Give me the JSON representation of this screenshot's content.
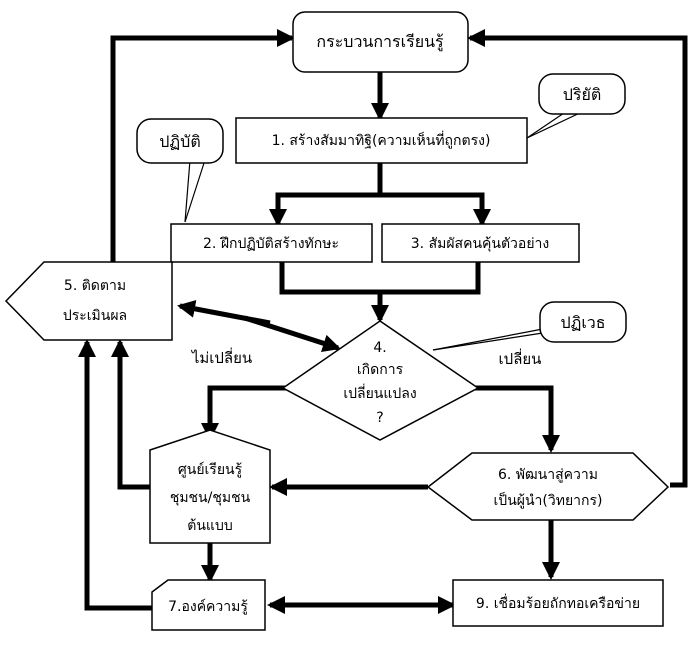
{
  "nodes": {
    "start": "กระบวนการเรียนรู้",
    "step1": "1. สร้างสัมมาทิฐิ(ความเห็นที่ถูกตรง)",
    "step2": "2. ฝึกปฏิบัติสร้างทักษะ",
    "step3": "3. สัมผัสคนคุ้นตัวอย่าง",
    "step4": [
      "4.",
      "เกิดการ",
      "เปลี่ยนแปลง",
      "?"
    ],
    "step5": [
      "5. ติดตาม",
      "ประเมินผล"
    ],
    "step6": [
      "6. พัฒนาสู่ความ",
      "เป็นผู้นำ(วิทยากร)"
    ],
    "center": [
      "ศูนย์เรียนรู้",
      "ชุมชน/ชุมชน",
      "ต้นแบบ"
    ],
    "step7": "7.องค์ความรู้",
    "step9": "9. เชื่อมร้อยถักทอเครือข่าย"
  },
  "callouts": {
    "pariyat": "ปริยัติ",
    "patibat": "ปฏิบัติ",
    "pativet": "ปฏิเวธ"
  },
  "labels": {
    "no_change": "ไม่เปลี่ยน",
    "change": "เปลี่ยน"
  }
}
